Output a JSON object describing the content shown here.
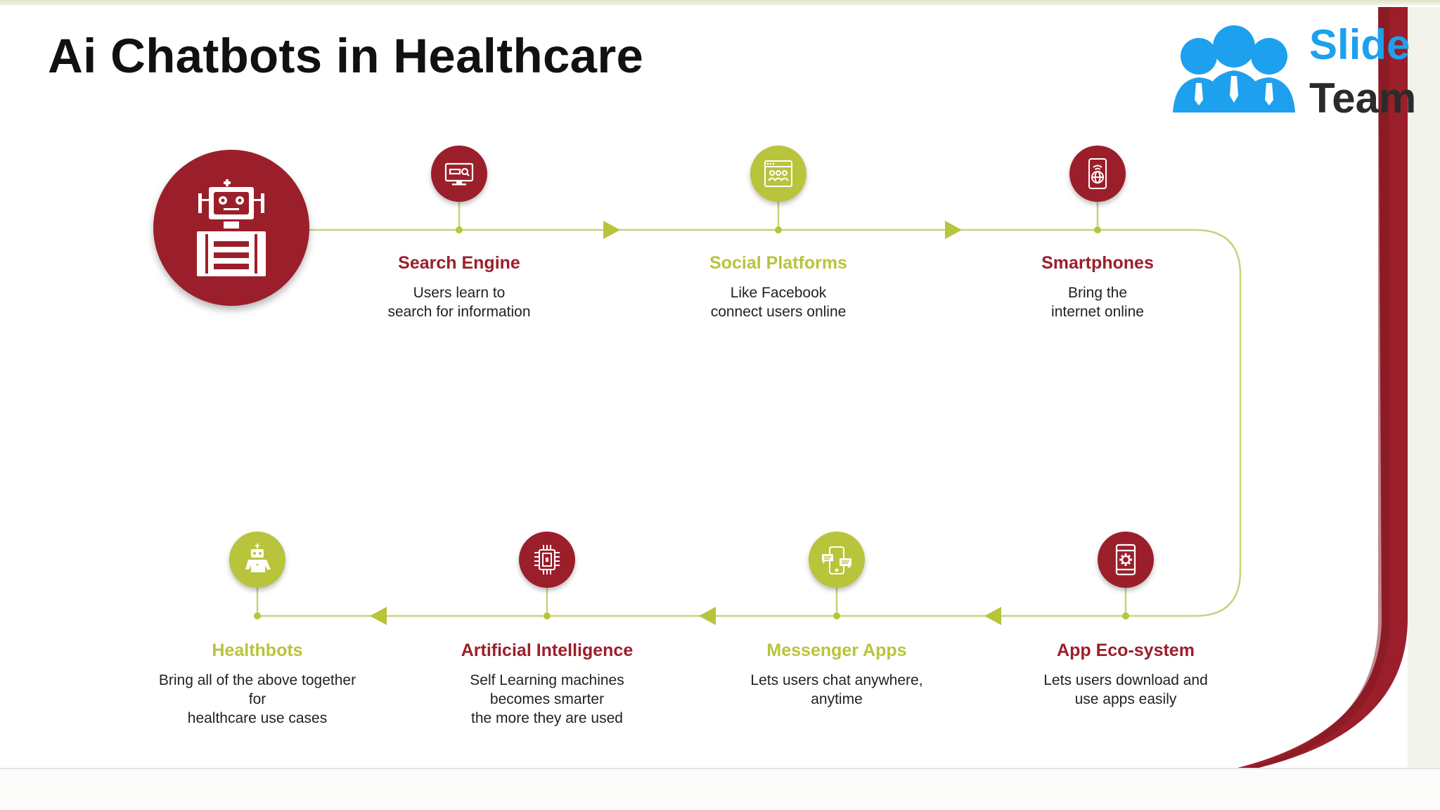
{
  "slide": {
    "title": "Ai Chatbots in Healthcare"
  },
  "logo": {
    "line1": "Slide",
    "line2": "Team",
    "colors": {
      "people": "#1da1ee",
      "slide_text": "#1da1ee",
      "team_text": "#2b2b2b"
    }
  },
  "colors": {
    "red": "#9b1f2a",
    "green": "#b8c43c",
    "connector": "#c9d27a",
    "text": "#222222"
  },
  "hub": {
    "icon": "robot-icon"
  },
  "steps": [
    {
      "title": "Search Engine",
      "lines": [
        "Users learn to",
        "search for information"
      ],
      "color": "red",
      "icon": "search-monitor-icon"
    },
    {
      "title": "Social Platforms",
      "lines": [
        "Like Facebook",
        "connect users online"
      ],
      "color": "green",
      "icon": "social-network-icon"
    },
    {
      "title": "Smartphones",
      "lines": [
        "Bring the",
        "internet online"
      ],
      "color": "red",
      "icon": "smartphone-globe-icon"
    },
    {
      "title": "App Eco-system",
      "lines": [
        "Lets users download and",
        "use apps easily"
      ],
      "color": "red",
      "icon": "phone-gear-icon"
    },
    {
      "title": "Messenger Apps",
      "lines": [
        "Lets users chat anywhere,",
        "anytime"
      ],
      "color": "green",
      "icon": "phone-chat-icon"
    },
    {
      "title": "Artificial Intelligence",
      "lines": [
        "Self Learning machines",
        "becomes smarter",
        "the more they are used"
      ],
      "color": "red",
      "icon": "ai-chip-icon"
    },
    {
      "title": "Healthbots",
      "lines": [
        "Bring all of the above together",
        "for",
        "healthcare use cases"
      ],
      "color": "green",
      "icon": "health-robot-icon"
    }
  ]
}
